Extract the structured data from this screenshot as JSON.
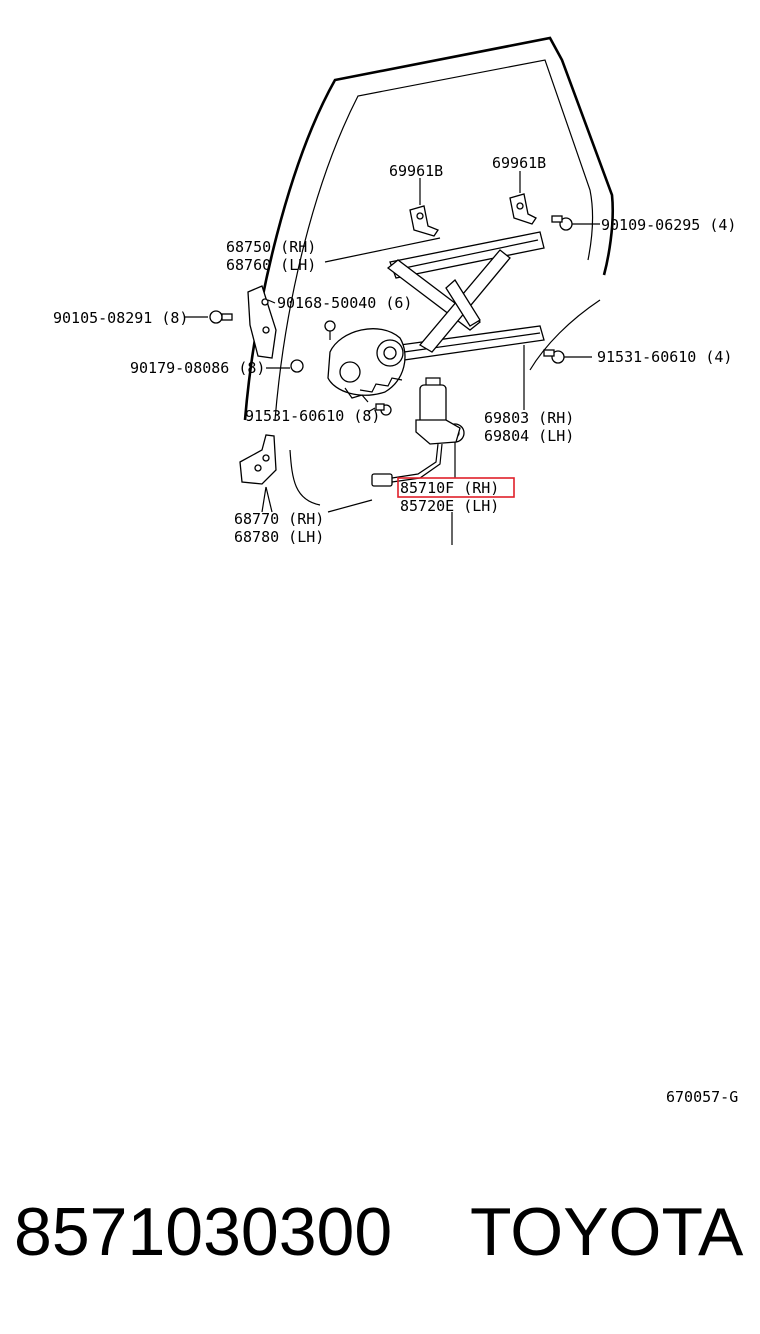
{
  "labels": {
    "clip_left": "69961B",
    "clip_right": "69961B",
    "bolt_top_right": "90109-06295 (4)",
    "channel_rh": "68750 (RH)",
    "channel_lh": "68760 (LH)",
    "bolt_left": "90105-08291 (8)",
    "screw_center": "90168-50040 (6)",
    "nut_left": "90179-08086 (8)",
    "bolt_right": "91531-60610 (4)",
    "bolt_lower": "91531-60610 (8)",
    "regulator_rh": "69803 (RH)",
    "regulator_lh": "69804 (LH)",
    "motor_rh": "85710F (RH)",
    "motor_lh": "85720E (LH)",
    "hinge_rh": "68770 (RH)",
    "hinge_lh": "68780 (LH)",
    "figure_code": "670057-G"
  },
  "highlight": {
    "target": "85710F (RH)",
    "color": "#e0202a"
  },
  "footer": {
    "part_number": "8571030300",
    "brand": "TOYOTA"
  }
}
